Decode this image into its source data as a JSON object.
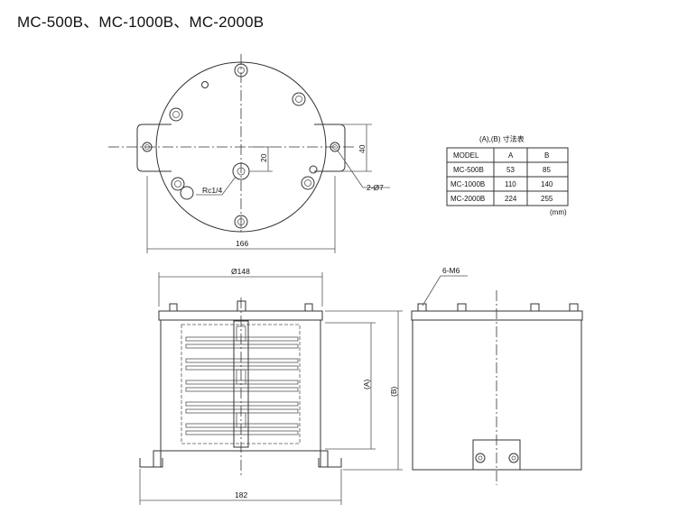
{
  "title": "MC-500B、MC-1000B、MC-2000B",
  "top_view": {
    "dim_width": "166",
    "dim_offset": "20",
    "dim_height": "40",
    "hole_label": "2-Ø7",
    "port_label": "Rc1/4"
  },
  "front_view": {
    "dim_diameter": "Ø148",
    "dim_a": "(A)",
    "dim_b": "(B)",
    "dim_base": "182"
  },
  "side_view": {
    "tap_label": "6-M6"
  },
  "dimension_table": {
    "title": "(A),(B) 寸法表",
    "headers": [
      "MODEL",
      "A",
      "B"
    ],
    "rows": [
      [
        "MC-500B",
        "53",
        "85"
      ],
      [
        "MC-1000B",
        "110",
        "140"
      ],
      [
        "MC-2000B",
        "224",
        "255"
      ]
    ],
    "unit": "(mm)"
  }
}
